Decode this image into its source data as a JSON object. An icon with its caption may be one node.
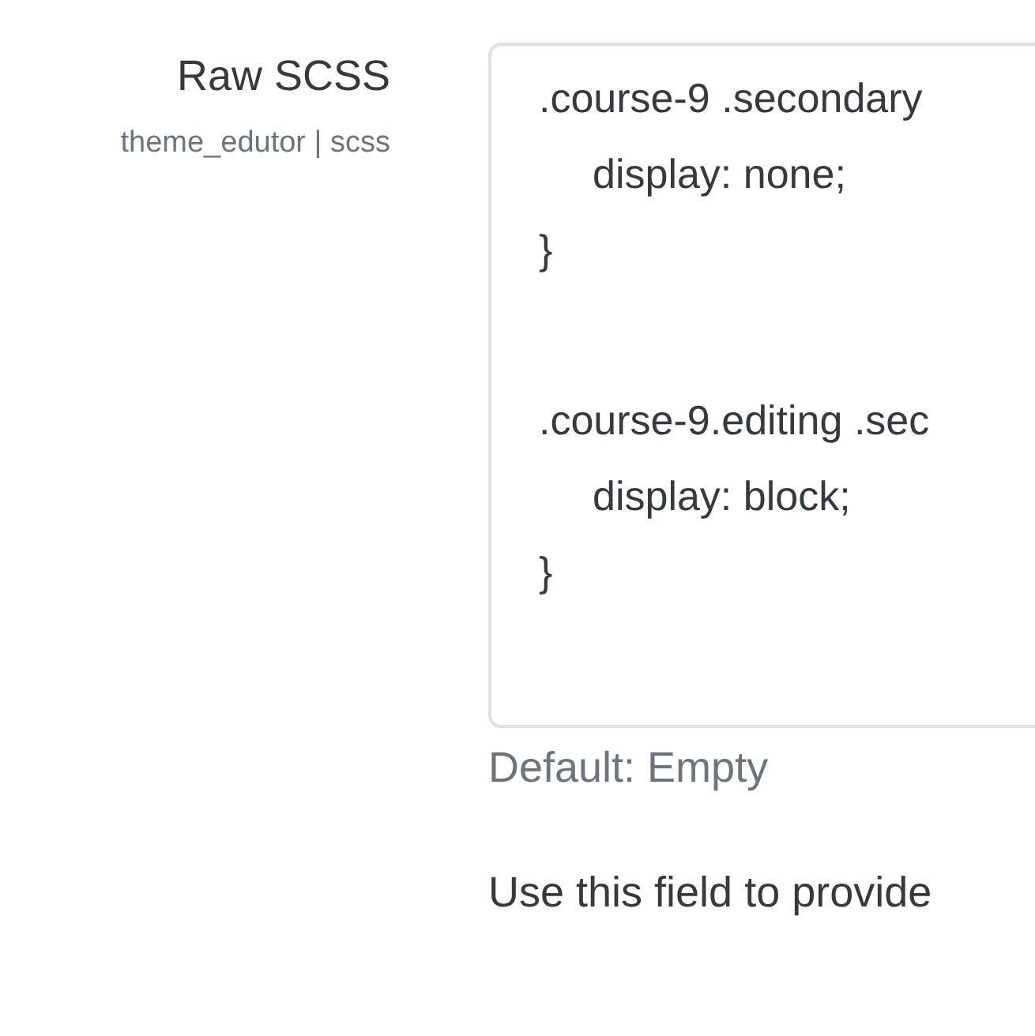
{
  "diagram": {
    "nodes": [
      {
        "text": [
          ".course-9 .secondary",
          "display: none;",
          "}",
          ".course-9.editing .sec",
          "display: block;",
          "}"
        ]
      }
    ],
    "labels": [
      "Raw SCSS",
      "theme_edutor | scss",
      "Default: Empty",
      "Use this field to provide"
    ]
  }
}
